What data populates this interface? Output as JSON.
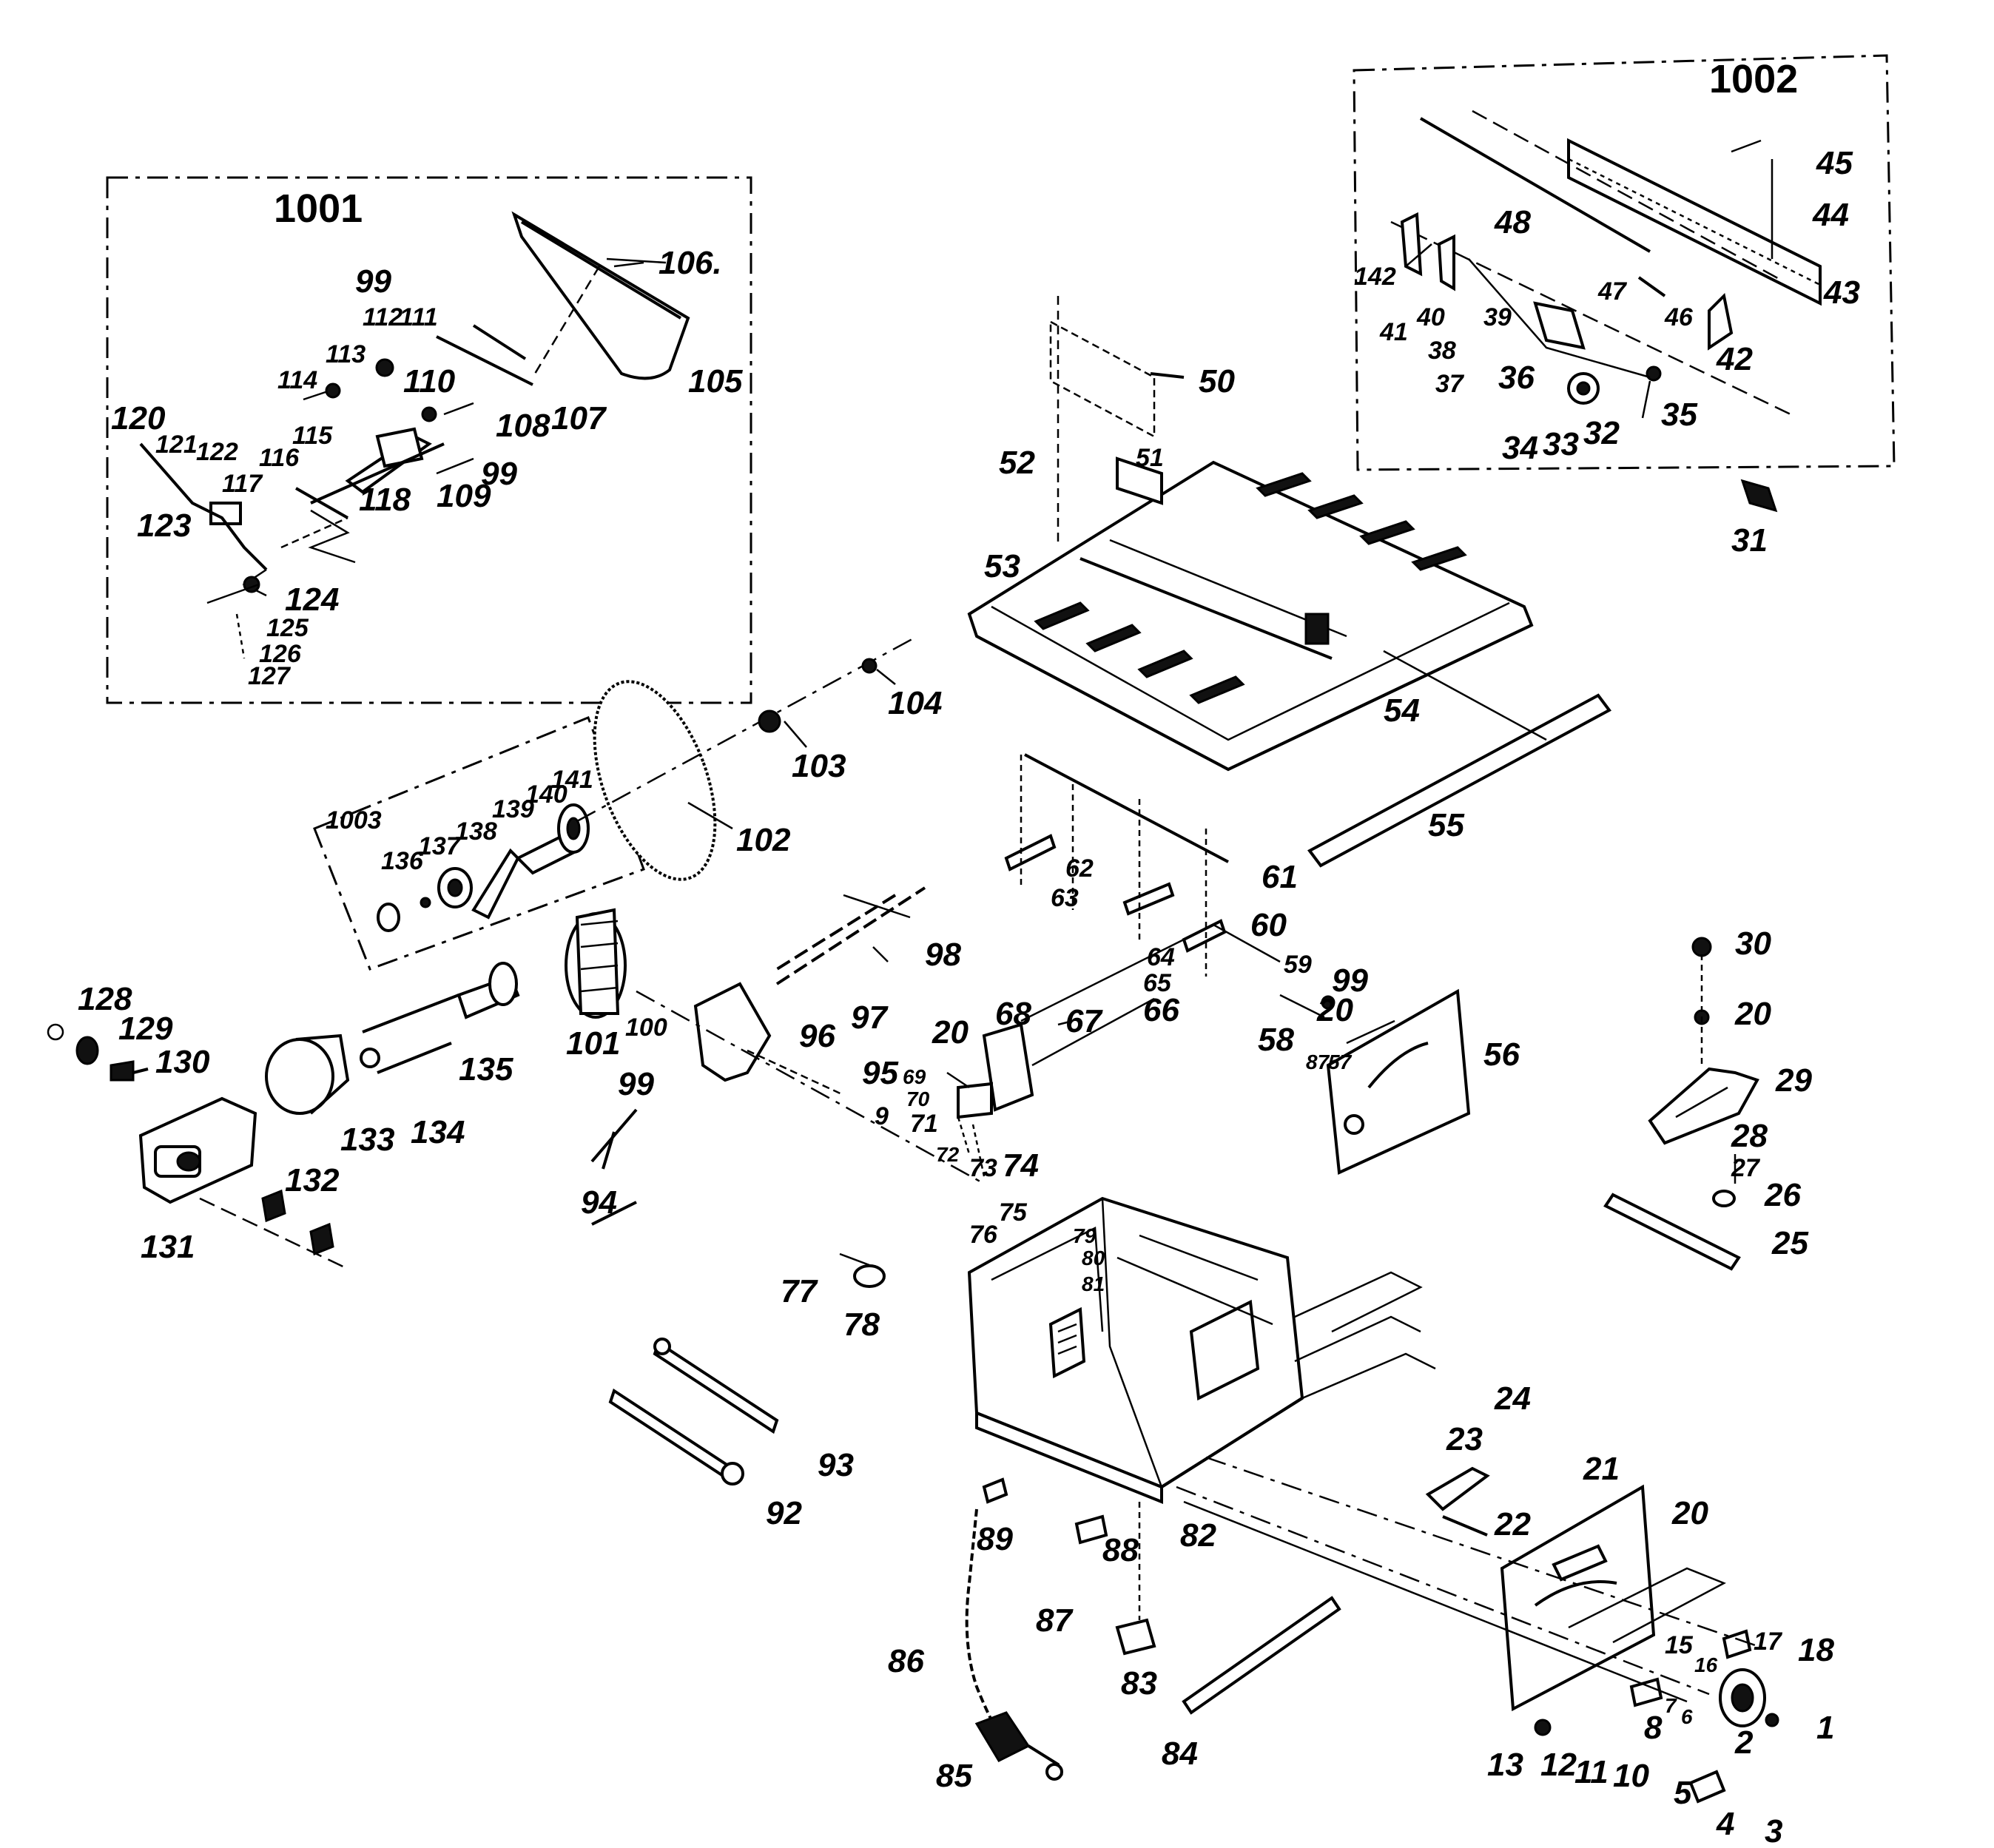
{
  "groups": {
    "g1001": "1001",
    "g1002": "1002",
    "g1003": "1003"
  },
  "labels": {
    "p1": "1",
    "p2": "2",
    "p3": "3",
    "p4": "4",
    "p5": "5",
    "p6": "6",
    "p7": "7",
    "p8": "8",
    "p10": "10",
    "p11": "11",
    "p12": "12",
    "p13": "13",
    "p15": "15",
    "p16": "16",
    "p17": "17",
    "p18": "18",
    "p20a": "20",
    "p20b": "20",
    "p20c": "20",
    "p20d": "20",
    "p21": "21",
    "p22": "22",
    "p23": "23",
    "p24": "24",
    "p25": "25",
    "p26": "26",
    "p27": "27",
    "p28": "28",
    "p29": "29",
    "p30": "30",
    "p31": "31",
    "p32": "32",
    "p33": "33",
    "p34": "34",
    "p35": "35",
    "p36": "36",
    "p37": "37",
    "p38": "38",
    "p39": "39",
    "p40": "40",
    "p41": "41",
    "p42": "42",
    "p43": "43",
    "p44": "44",
    "p45": "45",
    "p46": "46",
    "p47": "47",
    "p48": "48",
    "p50": "50",
    "p51": "51",
    "p52": "52",
    "p53": "53",
    "p54": "54",
    "p55": "55",
    "p56": "56",
    "p57": "57",
    "p58": "58",
    "p59": "59",
    "p60": "60",
    "p61": "61",
    "p62": "62",
    "p63": "63",
    "p64": "64",
    "p65": "65",
    "p66": "66",
    "p67": "67",
    "p68": "68",
    "p69": "69",
    "p70": "70",
    "p71": "71",
    "p72": "72",
    "p73": "73",
    "p74": "74",
    "p75": "75",
    "p76": "76",
    "p77": "77",
    "p78": "78",
    "p79": "79",
    "p80": "80",
    "p81": "81",
    "p82": "82",
    "p83": "83",
    "p84": "84",
    "p85": "85",
    "p86": "86",
    "p87a": "87",
    "p88": "88",
    "p89": "89",
    "p92": "92",
    "p93": "93",
    "p94": "94",
    "p95": "95",
    "p96": "96",
    "p97": "97",
    "p98": "98",
    "p99a": "99",
    "p99b": "99",
    "p99c": "99",
    "p99d": "99",
    "p100": "100",
    "p101": "101",
    "p102": "102",
    "p103": "103",
    "p104": "104",
    "p105": "105",
    "p106": "106.",
    "p107": "107",
    "p108": "108",
    "p109": "109",
    "p110": "110",
    "p111": "111",
    "p112": "112",
    "p113": "113",
    "p114": "114",
    "p115": "115",
    "p116": "116",
    "p117": "117",
    "p118": "118",
    "p120": "120",
    "p121": "121",
    "p122": "122",
    "p123": "123",
    "p124": "124",
    "p125": "125",
    "p126": "126",
    "p127": "127",
    "p128": "128",
    "p129": "129",
    "p130": "130",
    "p131": "131",
    "p132": "132",
    "p133": "133",
    "p134": "134",
    "p135": "135",
    "p136": "136",
    "p137": "137",
    "p138": "138",
    "p139": "139",
    "p140": "140",
    "p141": "141",
    "p142": "142",
    "p9": "9"
  }
}
